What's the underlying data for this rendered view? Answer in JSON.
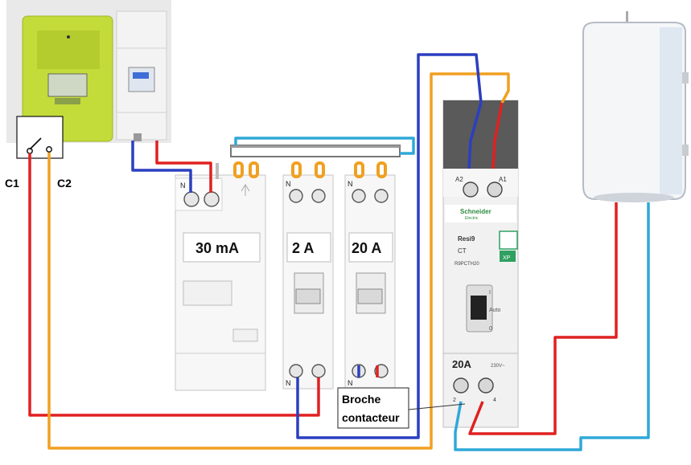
{
  "switch_labels": {
    "c1": "C1",
    "c2": "C2"
  },
  "breakers": {
    "rcd": {
      "rating": "30 mA",
      "neutral": "N"
    },
    "cb1": {
      "rating": "2 A",
      "neutral": "N"
    },
    "cb2": {
      "rating": "20 A",
      "neutral": "N"
    }
  },
  "callout": {
    "line1": "Broche",
    "line2": "contacteur"
  },
  "contactor": {
    "brand": "Schneider",
    "brand_sub": "Electric",
    "series": "Resi9",
    "type": "CT",
    "reference": "R9PCTH20",
    "rating": "20A",
    "voltage": "230V~",
    "coil_a2": "A2",
    "coil_a1": "A1",
    "mode": "Auto",
    "on": "I",
    "off": "0",
    "xp": "XP",
    "term_left": "2",
    "term_right": "4"
  },
  "colors": {
    "phase": "#e02020",
    "neutral": "#2b3fc0",
    "control": "#f0a020",
    "busbar": "#2fa8d8",
    "meter_green": "#c4dc3a"
  }
}
